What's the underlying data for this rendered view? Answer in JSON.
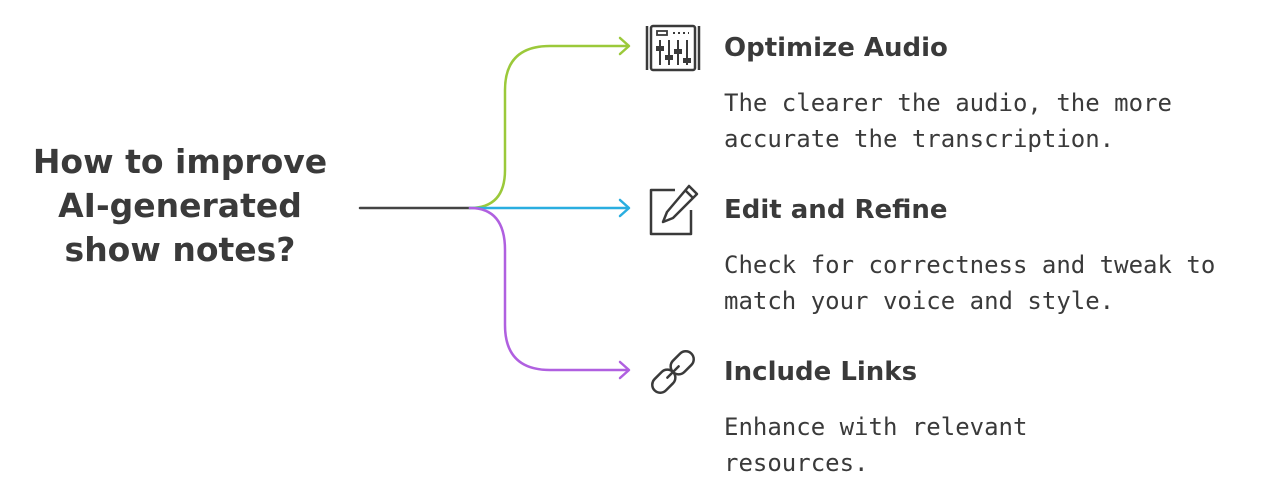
{
  "root": {
    "title_lines": [
      "How to improve",
      "AI-generated",
      "show notes?"
    ]
  },
  "colors": {
    "trunk": "#444444",
    "branch_top": "#9bc93a",
    "branch_middle": "#2aaee0",
    "branch_bottom": "#b060e0",
    "text": "#3a3a3a"
  },
  "branches": [
    {
      "title": "Optimize Audio",
      "icon": "audio-mixer-icon",
      "desc_lines": [
        "The clearer the audio, the more",
        "accurate the transcription."
      ]
    },
    {
      "title": "Edit and Refine",
      "icon": "edit-pencil-icon",
      "desc_lines": [
        "Check for correctness and tweak to",
        "match your  voice and style."
      ]
    },
    {
      "title": "Include Links",
      "icon": "chain-link-icon",
      "desc_lines": [
        "Enhance with relevant",
        "resources."
      ]
    }
  ]
}
